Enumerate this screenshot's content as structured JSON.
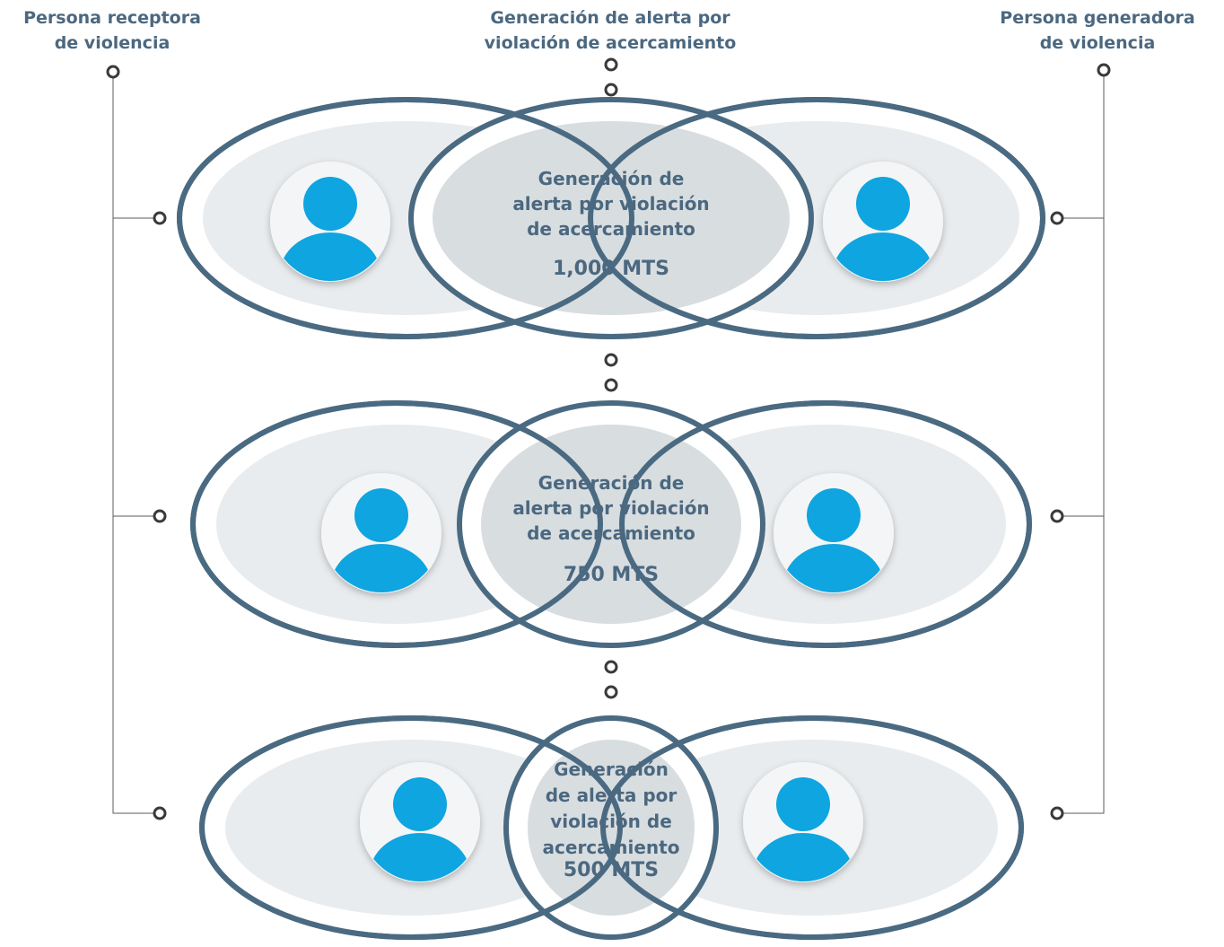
{
  "headers": {
    "left": [
      "Persona receptora",
      "de violencia"
    ],
    "center": [
      "Generación de alerta por",
      "violación de acercamiento"
    ],
    "right": [
      "Persona generadora",
      "de violencia"
    ]
  },
  "colors": {
    "ring": "#4a6a82",
    "fill": "#e9ecee",
    "overlap": "#d8dde0",
    "text": "#4b6880",
    "avatar": "#0ea5e0",
    "avatar_bg": "#f4f5f6",
    "node": "#3a3a3a"
  },
  "icons": [
    "person-icon",
    "connector-node-icon"
  ],
  "levels": [
    {
      "lines": [
        "Generación de",
        "alerta por violación",
        "de acercamiento"
      ],
      "distance": "1,000 MTS"
    },
    {
      "lines": [
        "Generación de",
        "alerta por violación",
        "de acercamiento"
      ],
      "distance": "750 MTS"
    },
    {
      "lines": [
        "Generación",
        "de alerta por",
        "violación de",
        "acercamiento"
      ],
      "distance": "500 MTS"
    }
  ]
}
